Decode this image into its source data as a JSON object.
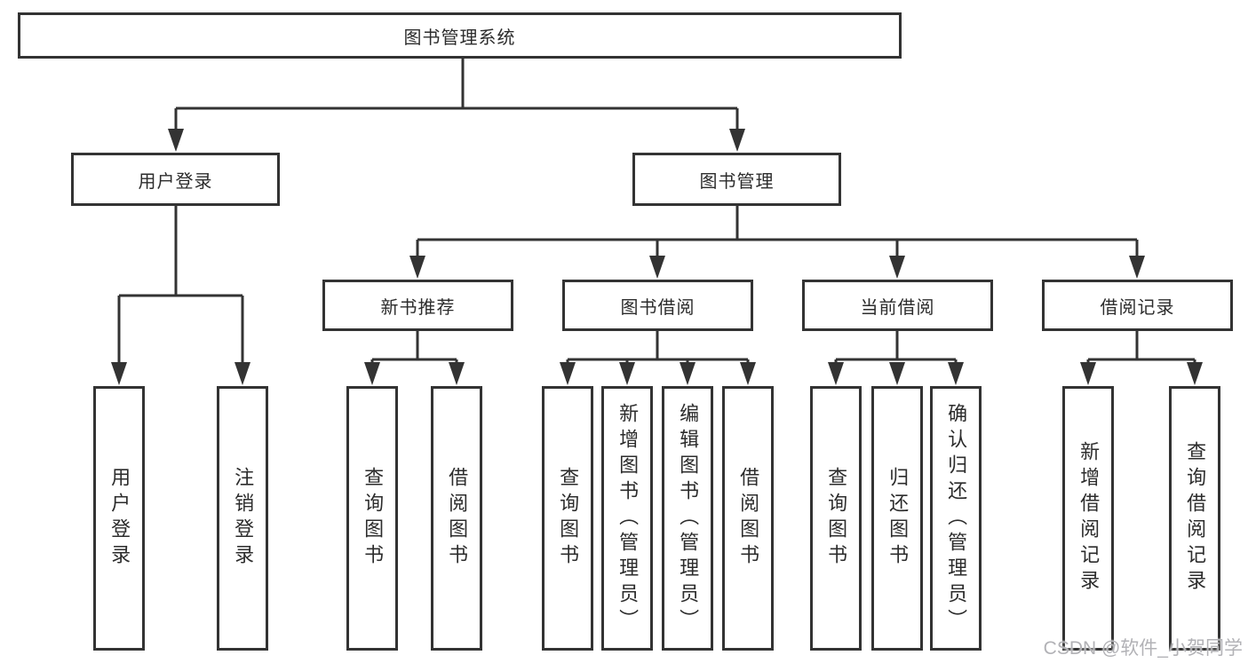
{
  "colors": {
    "line": "#333333",
    "text": "#2c2c2c",
    "box_background": "#ffffff",
    "page_background": "#ffffff",
    "watermark": "#b2b2b6"
  },
  "watermark": {
    "text": "CSDN @软件_小贺同学"
  },
  "tree": {
    "root": "图书管理系统",
    "children": [
      {
        "label": "用户登录",
        "children": [
          "用户登录",
          "注销登录"
        ]
      },
      {
        "label": "图书管理",
        "children": [
          {
            "label": "新书推荐",
            "children": [
              "查询图书",
              "借阅图书"
            ]
          },
          {
            "label": "图书借阅",
            "children": [
              "查询图书",
              "新增图书（管理员）",
              "编辑图书（管理员）",
              "借阅图书"
            ]
          },
          {
            "label": "当前借阅",
            "children": [
              "查询图书",
              "归还图书",
              "确认归还（管理员）"
            ]
          },
          {
            "label": "借阅记录",
            "children": [
              "新增借阅记录",
              "查询借阅记录"
            ]
          }
        ]
      }
    ]
  }
}
